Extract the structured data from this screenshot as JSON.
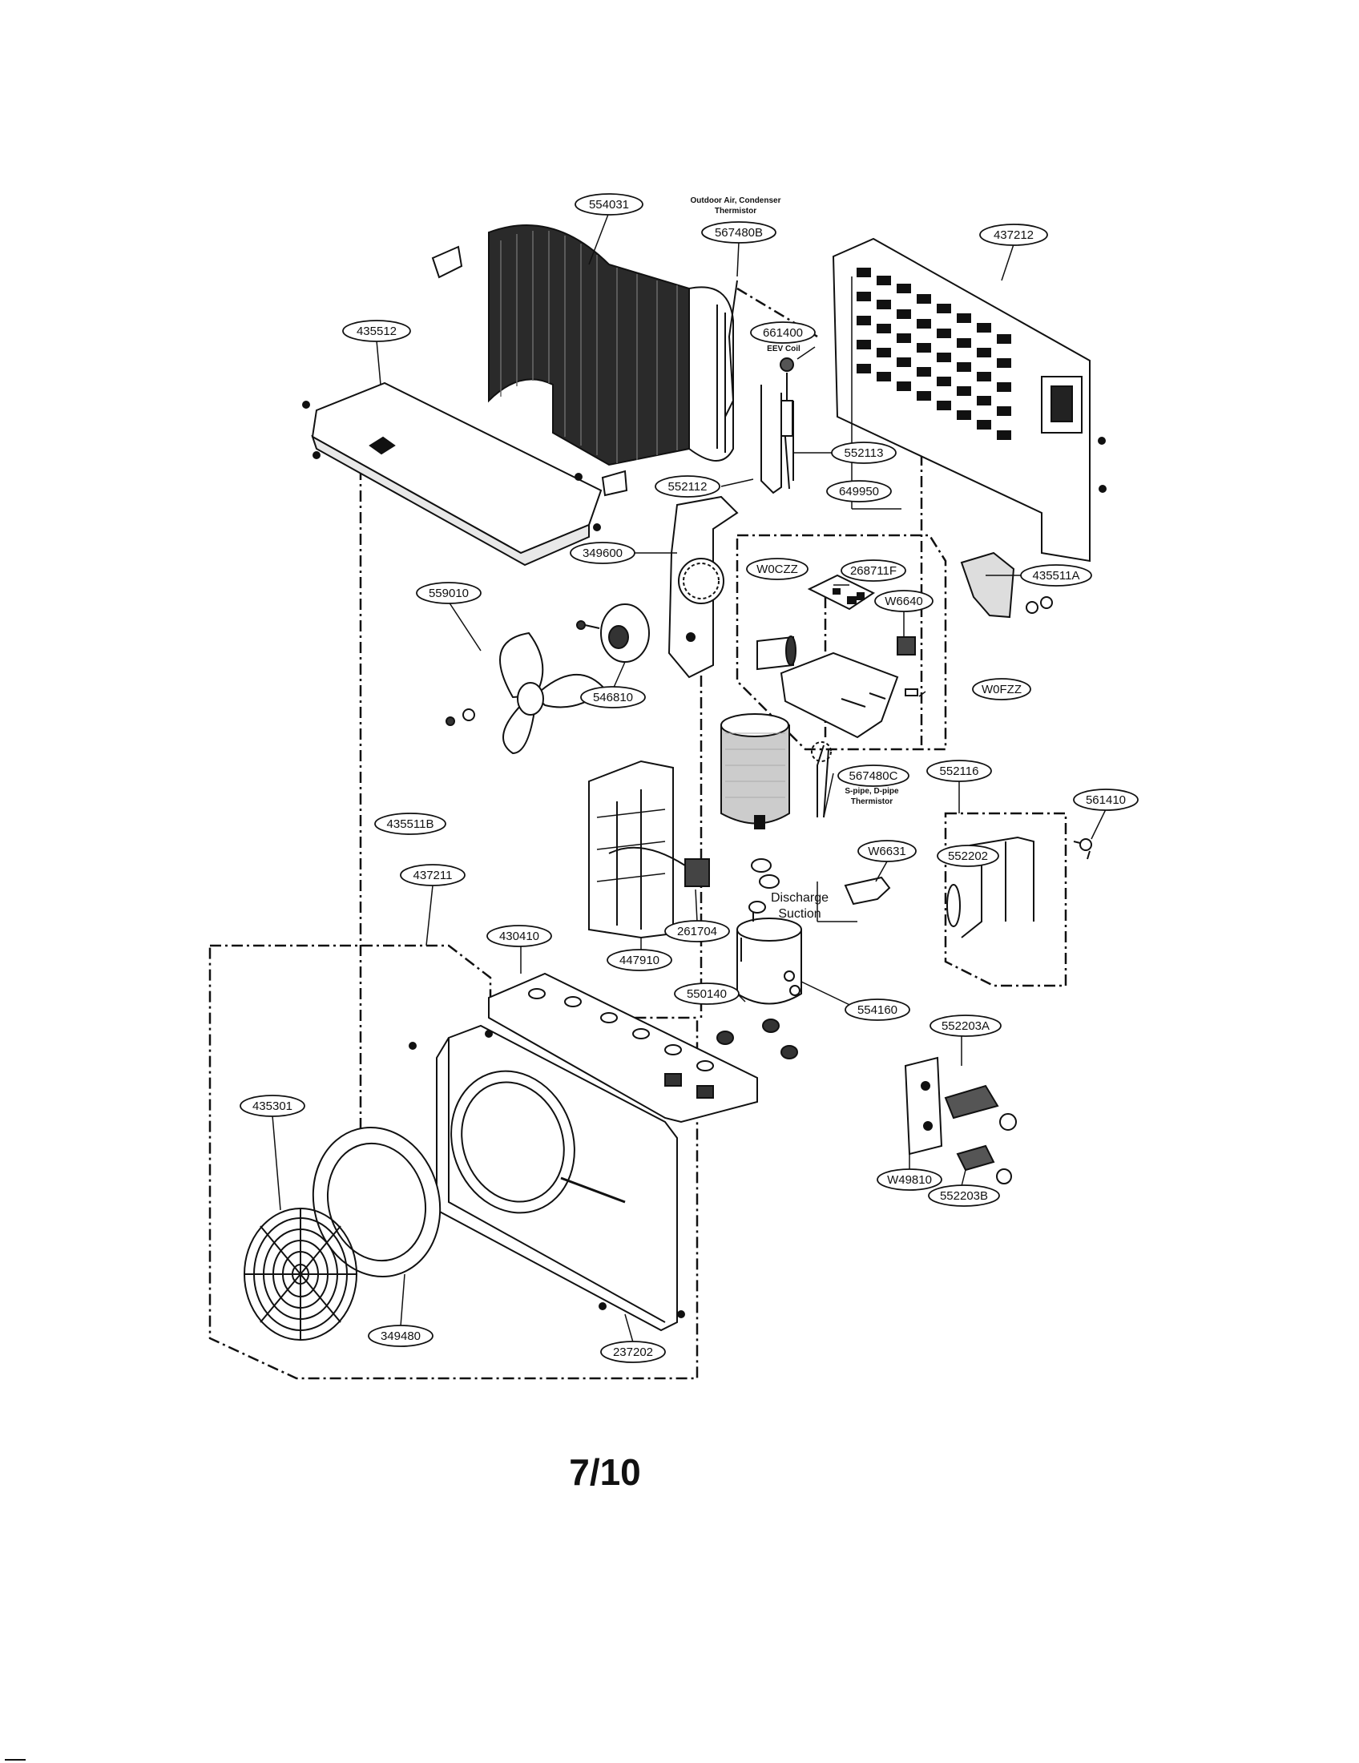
{
  "diagram": {
    "callouts": {
      "c554031": "554031",
      "c567480B": "567480B",
      "c437212": "437212",
      "c435512": "435512",
      "c661400": "661400",
      "c552113": "552113",
      "c552112": "552112",
      "c649950": "649950",
      "c349600": "349600",
      "cW0CZZ": "W0CZZ",
      "c268711F": "268711F",
      "c435511A": "435511A",
      "c559010": "559010",
      "cW6640": "W6640",
      "cW0FZZ": "W0FZZ",
      "c546810": "546810",
      "c567480C": "567480C",
      "c552116": "552116",
      "c435511B": "435511B",
      "c561410": "561410",
      "c552202": "552202",
      "cW6631": "W6631",
      "c437211": "437211",
      "c261704": "261704",
      "c430410": "430410",
      "c447910": "447910",
      "c550140": "550140",
      "c554160": "554160",
      "c552203A": "552203A",
      "c435301": "435301",
      "cW49810": "W49810",
      "c552203B": "552203B",
      "c349480": "349480",
      "c237202": "237202"
    },
    "notes": {
      "outdoor_air_line1": "Outdoor Air, Condenser",
      "outdoor_air_line2": "Thermistor",
      "eev_coil": "EEV Coil",
      "spipe_line1": "S-pipe, D-pipe",
      "spipe_line2": "Thermistor",
      "discharge": "Discharge",
      "suction": "Suction"
    }
  },
  "page_number": "7/10"
}
